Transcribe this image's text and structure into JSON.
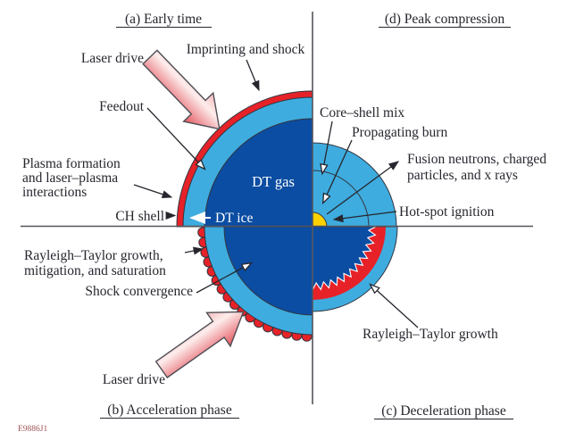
{
  "figure_id": "E9886J1",
  "colors": {
    "dark_blue": "#0B4DA2",
    "light_blue": "#3EACDF",
    "shell_red": "#E62228",
    "hot_spot_yellow": "#FFD100",
    "pink_arrow_light": "#FDEDEC",
    "pink_arrow_dark": "#E4555E",
    "axis_line": "#54545C",
    "text": "#26262E",
    "figure_id_color": "#A05252"
  },
  "quadrant_a": {
    "heading": "(a) Early time",
    "laser_drive": "Laser drive",
    "imprinting": "Imprinting and shock",
    "feedout": "Feedout",
    "plasma": [
      "Plasma formation",
      "and laser–plasma",
      "interactions"
    ],
    "ch_shell": "CH shell",
    "dt_ice": "DT ice",
    "dt_gas": "DT gas"
  },
  "quadrant_d": {
    "heading": "(d) Peak compression",
    "core_shell_mix": "Core–shell mix",
    "propagating_burn": "Propagating burn",
    "fusion": [
      "Fusion neutrons, charged",
      "particles, and x rays"
    ],
    "hot_spot": "Hot-spot ignition"
  },
  "quadrant_b": {
    "heading": "(b) Acceleration phase",
    "rt": [
      "Rayleigh–Taylor growth,",
      "mitigation, and saturation"
    ],
    "shock_convergence": "Shock convergence",
    "laser_drive": "Laser drive"
  },
  "quadrant_c": {
    "heading": "(c) Deceleration phase",
    "rt_growth": "Rayleigh–Taylor growth"
  }
}
